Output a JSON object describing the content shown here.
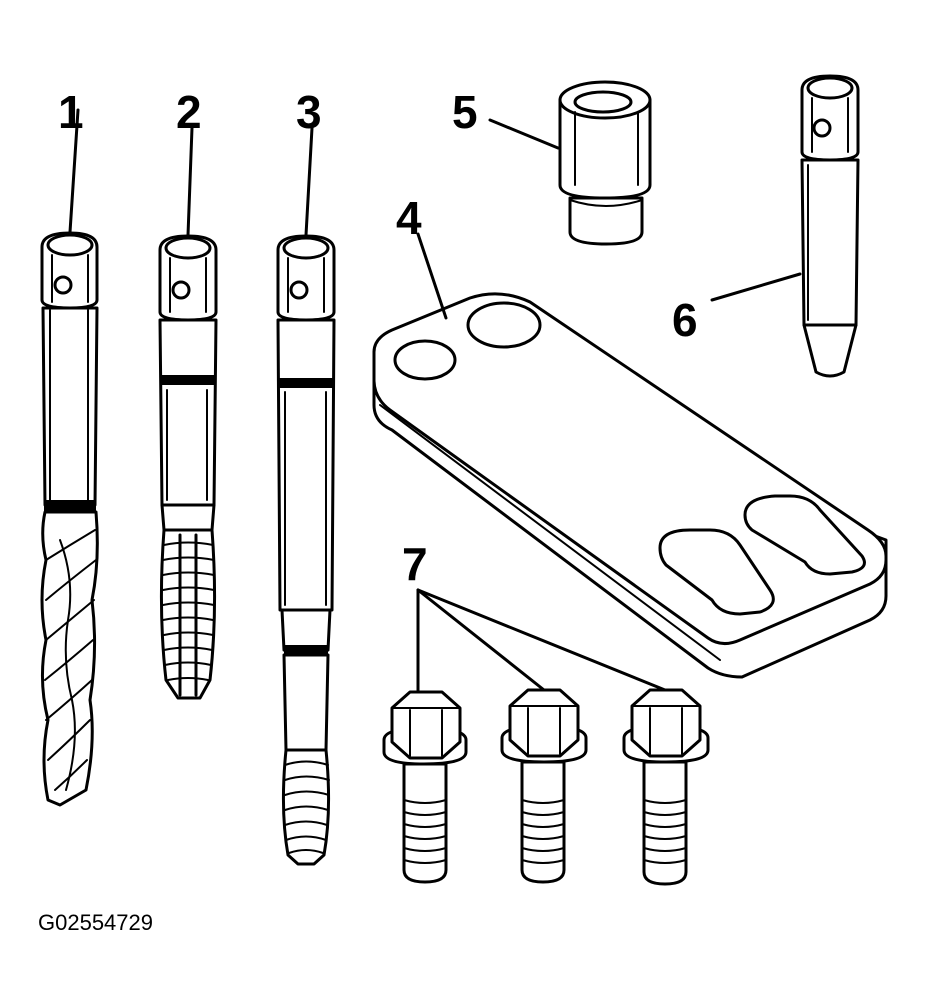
{
  "callouts": {
    "c1": "1",
    "c2": "2",
    "c3": "3",
    "c4": "4",
    "c5": "5",
    "c6": "6",
    "c7": "7"
  },
  "figure_id": "G02554729",
  "colors": {
    "line": "#000000",
    "background": "#ffffff"
  }
}
